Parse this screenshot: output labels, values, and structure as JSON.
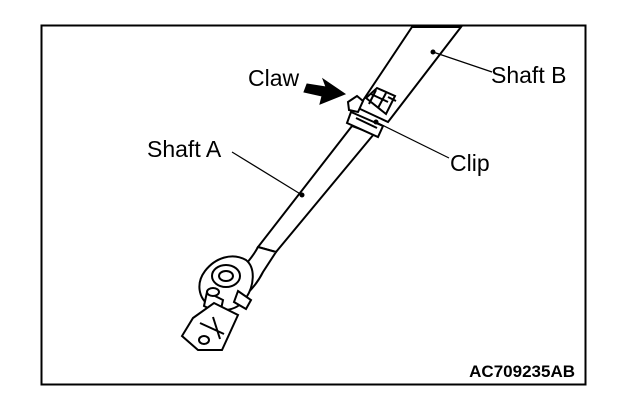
{
  "diagram": {
    "labels": {
      "claw": "Claw",
      "shaft_a": "Shaft A",
      "shaft_b": "Shaft B",
      "clip": "Clip"
    },
    "figure_code": "AC709235AB"
  }
}
